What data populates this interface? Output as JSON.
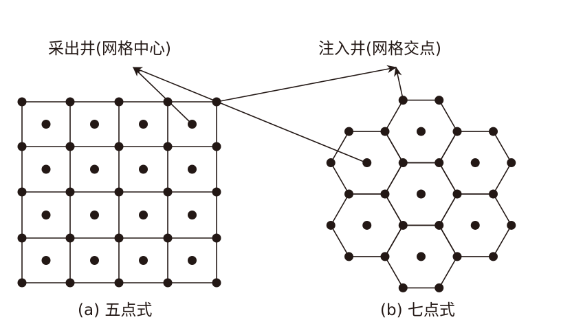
{
  "labels": {
    "production_well": "采出井(网格中心)",
    "injection_well": "注入井(网格交点)"
  },
  "captions": {
    "a": "(a) 五点式",
    "b": "(b) 七点式"
  },
  "colors": {
    "ink": "#231815"
  }
}
